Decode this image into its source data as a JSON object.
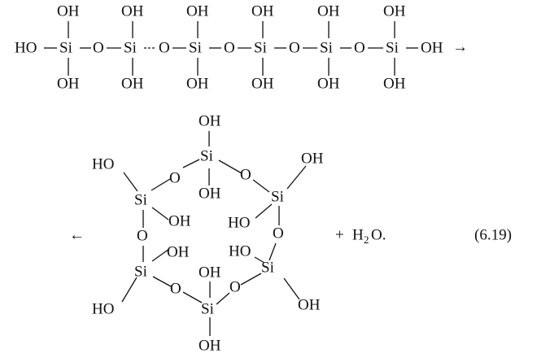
{
  "atoms": {
    "si": "Si",
    "o": "O",
    "oh": "OH",
    "ho": "HO",
    "h": "H",
    "sub2": "2",
    "o_dot": "O."
  },
  "operators": {
    "arrow": "→",
    "arrow_left": "←",
    "plus": "+"
  },
  "equation_number": "(6.19)"
}
